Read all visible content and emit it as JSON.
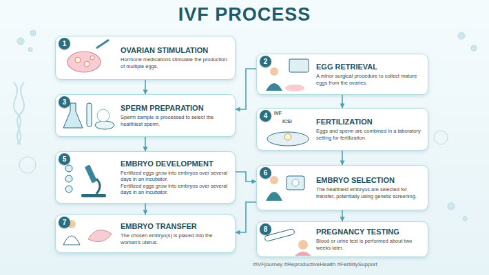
{
  "diagram": {
    "title": "IVF PROCESS",
    "nodes": [
      {
        "text": [
          "OVARIAN STIMULATION",
          "Hormone medications stimulate the production of multiple eggs."
        ]
      },
      {
        "text": [
          "EGG RETRIEVAL",
          "A minor surgical procedure to collect mature eggs from the ovaries."
        ]
      },
      {
        "text": [
          "SPERM PREPARATION",
          "Sperm sample is processed to select the healthiest sperm."
        ]
      },
      {
        "text": [
          "FERTILIZATION",
          "Eggs and sperm are combined in a laboratory setting for fertilization."
        ]
      },
      {
        "text": [
          "EMBRYO DEVELOPMENT",
          "Fertilized eggs grow into embryos over several days in an incubator.",
          "Fertilized eggs grow into embryos over several days in an incubator."
        ]
      },
      {
        "text": [
          "EMBRYO SELECTION",
          "The healthiest embryos are selected for transfer, potentially using genetic screening."
        ]
      },
      {
        "text": [
          "EMBRYO TRANSFER",
          "The chosen embryo(s) is placed into the woman's uterus."
        ]
      },
      {
        "text": [
          "PREGNANCY TESTING",
          "Blood or urine test is performed about two weeks later."
        ]
      }
    ],
    "edges": [
      {
        "from": 0,
        "to": 2,
        "arrow": "to"
      },
      {
        "from": 2,
        "to": 4,
        "arrow": "to"
      },
      {
        "from": 4,
        "to": 6,
        "arrow": "to"
      },
      {
        "from": 1,
        "to": 3,
        "arrow": "to"
      },
      {
        "from": 3,
        "to": 5,
        "arrow": "to"
      },
      {
        "from": 5,
        "to": 7,
        "arrow": "to"
      },
      {
        "from": 1,
        "to": 2,
        "arrow": "to"
      },
      {
        "from": 4,
        "to": 5,
        "arrow": "to"
      },
      {
        "from": 5,
        "to": 6,
        "arrow": "to"
      }
    ],
    "labels": [
      "1",
      "2",
      "3",
      "4",
      "5",
      "6",
      "7",
      "8",
      "IVF",
      "ICSI",
      "#IVFjourney #ReproductiveHealth #FertilitySupport"
    ]
  }
}
